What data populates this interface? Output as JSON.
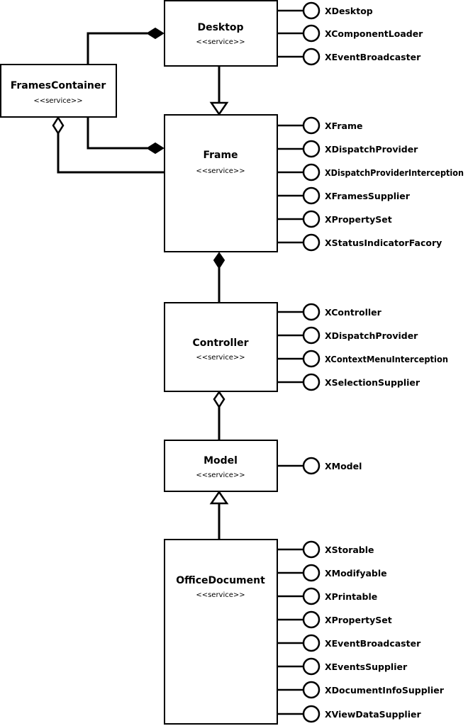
{
  "services": {
    "desktop": {
      "name": "Desktop",
      "stereotype": "<<service>>",
      "interfaces": [
        "XDesktop",
        "XComponentLoader",
        "XEventBroadcaster"
      ]
    },
    "frames_container": {
      "name": "FramesContainer",
      "stereotype": "<<service>>"
    },
    "frame": {
      "name": "Frame",
      "stereotype": "<<service>>",
      "interfaces": [
        "XFrame",
        "XDispatchProvider",
        "XDispatchProviderInterception",
        "XFramesSupplier",
        "XPropertySet",
        "XStatusIndicatorFacory"
      ]
    },
    "controller": {
      "name": "Controller",
      "stereotype": "<<service>>",
      "interfaces": [
        "XController",
        "XDispatchProvider",
        "XContextMenuInterception",
        "XSelectionSupplier"
      ]
    },
    "model": {
      "name": "Model",
      "stereotype": "<<service>>",
      "interfaces": [
        "XModel"
      ]
    },
    "office_document": {
      "name": "OfficeDocument",
      "stereotype": "<<service>>",
      "interfaces": [
        "XStorable",
        "XModifyable",
        "XPrintable",
        "XPropertySet",
        "XEventBroadcaster",
        "XEventsSupplier",
        "XDocumentInfoSupplier",
        "XViewDataSupplier"
      ]
    }
  }
}
